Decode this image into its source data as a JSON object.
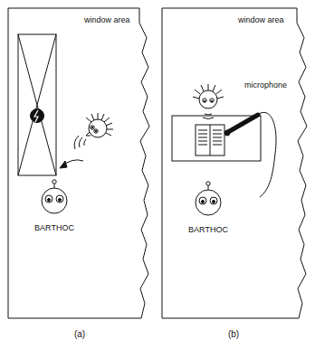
{
  "diagram": {
    "nodes": [
      {
        "text": [
          "window area",
          "BARTHOC"
        ]
      },
      {
        "text": [
          "window area",
          "microphone",
          "BARTHOC"
        ]
      }
    ],
    "labels": [
      "(a)",
      "(b)"
    ]
  }
}
